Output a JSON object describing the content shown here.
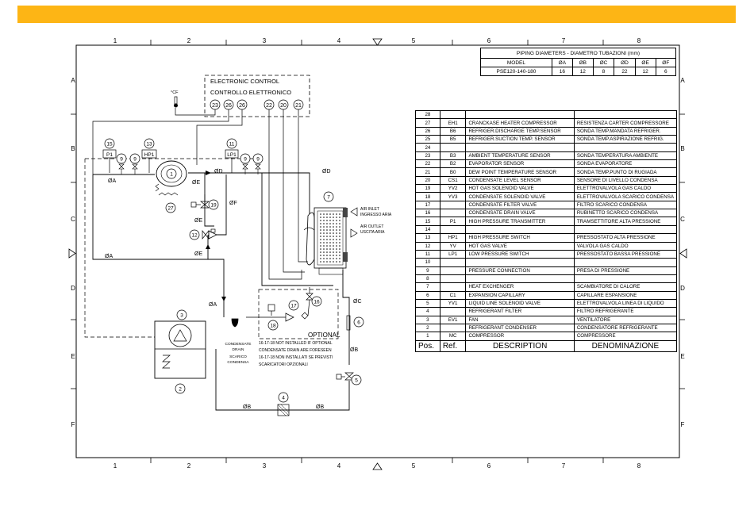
{
  "banner_color": "#FDB515",
  "grid": {
    "columns": [
      "1",
      "2",
      "3",
      "4",
      "5",
      "6",
      "7",
      "8"
    ],
    "rows": [
      "A",
      "B",
      "C",
      "D",
      "E",
      "F"
    ]
  },
  "control_box": {
    "title_en": "ELECTRONIC CONTROL",
    "title_it": "CONTROLLO ELETTRONICO",
    "terminals": [
      "23",
      "26",
      "26",
      "22",
      "20",
      "21"
    ]
  },
  "schematic": {
    "thermo_label": "°CF",
    "components": [
      "15",
      "9",
      "9",
      "13",
      "1",
      "11",
      "9",
      "9",
      "27",
      "19",
      "12",
      "7",
      "3",
      "2",
      "4",
      "5",
      "6",
      "16",
      "17",
      "18"
    ],
    "sensor_labels": [
      "P1",
      "HP1",
      "LP1"
    ],
    "pipe_labels": {
      "da": "ØA",
      "db": "ØB",
      "dc": "ØC",
      "dd": "ØD",
      "de": "ØE",
      "df": "ØF"
    },
    "air_in": [
      "AIR INLET",
      "INGRESSO ARIA"
    ],
    "air_out": [
      "AIR OUTLET",
      "USCITA ARIA"
    ],
    "optional_label": "OPTIONAL",
    "condensate_label": [
      "CONDENSATE",
      "DRAIN",
      "SCARICO",
      "CONDENSA"
    ],
    "optional_note": [
      "16-17-18 NOT INSTALLED IF OPTIONAL",
      "CONDENSATE DRAIN ARE FORESEEN",
      "16-17-18 NON INSTALLATI SE PREVISTI",
      "SCARICATORI OPZIONALI"
    ]
  },
  "piping_table": {
    "title": "PIPING DIAMETERS - DIAMETRO TUBAZIONI (mm)",
    "headers": [
      "MODEL",
      "ØA",
      "ØB",
      "ØC",
      "ØD",
      "ØE",
      "ØF"
    ],
    "row": [
      "PSE120-140-180",
      "16",
      "12",
      "8",
      "22",
      "12",
      "6"
    ]
  },
  "parts_table": {
    "headers": {
      "pos": "Pos.",
      "ref": "Ref.",
      "desc": "DESCRIPTION",
      "den": "DENOMINAZIONE"
    },
    "rows": [
      {
        "pos": "28",
        "ref": "",
        "desc": "",
        "den": ""
      },
      {
        "pos": "27",
        "ref": "EH1",
        "desc": "CRANCKASE HEATER COMPRESSOR",
        "den": "RESISTENZA CARTER COMPRESSORE"
      },
      {
        "pos": "26",
        "ref": "B6",
        "desc": "REFRIGER.DISCHARGE TEMP.SENSOR",
        "den": "SONDA TEMP.MANDATA REFRIGER."
      },
      {
        "pos": "25",
        "ref": "B5",
        "desc": "REFRIGER.SUCTION TEMP. SENSOR",
        "den": "SONDA TEMP.ASPIRAZIONE REFRIG."
      },
      {
        "pos": "24",
        "ref": "",
        "desc": "",
        "den": ""
      },
      {
        "pos": "23",
        "ref": "B3",
        "desc": "AMBIENT TEMPERATURE SENSOR",
        "den": "SONDA TEMPERATURA AMBIENTE"
      },
      {
        "pos": "22",
        "ref": "B2",
        "desc": "EVAPORATOR SENSOR",
        "den": "SONDA EVAPORATORE"
      },
      {
        "pos": "21",
        "ref": "B0",
        "desc": "DEW POINT TEMPERATURE SENSOR",
        "den": "SONDA TEMP.PUNTO DI RUGIADA"
      },
      {
        "pos": "20",
        "ref": "CS1",
        "desc": "CONDENSATE LEVEL SENSOR",
        "den": "SENSORE DI LIVELLO CONDENSA"
      },
      {
        "pos": "19",
        "ref": "YV2",
        "desc": "HOT GAS SOLENOID VALVE",
        "den": "ELETTROVALVOLA GAS CALDO"
      },
      {
        "pos": "18",
        "ref": "YV3",
        "desc": "CONDENSATE SOLENOID VALVE",
        "den": "ELETTROVALVOLA SCARICO CONDENSA"
      },
      {
        "pos": "17",
        "ref": "",
        "desc": "CONDENSATE FILTER VALVE",
        "den": "FILTRO SCARICO CONDENSA"
      },
      {
        "pos": "16",
        "ref": "",
        "desc": "CONDENSATE DRAIN VALVE",
        "den": "RUBINETTO SCARICO CONDENSA"
      },
      {
        "pos": "15",
        "ref": "P1",
        "desc": "HIGH PRESSURE TRANSMITTER",
        "den": "TRAMSETTITORE ALTA PRESSIONE"
      },
      {
        "pos": "14",
        "ref": "",
        "desc": "",
        "den": ""
      },
      {
        "pos": "13",
        "ref": "HP1",
        "desc": "HIGH PRESSURE SWITCH",
        "den": "PRESSOSTATO ALTA PRESSIONE"
      },
      {
        "pos": "12",
        "ref": "YV",
        "desc": "HOT GAS VALVE",
        "den": "VALVOLA GAS CALDO"
      },
      {
        "pos": "11",
        "ref": "LP1",
        "desc": "LOW PRESSURE SWITCH",
        "den": "PRESSOSTATO BASSA PRESSIONE"
      },
      {
        "pos": "10",
        "ref": "",
        "desc": "",
        "den": ""
      },
      {
        "pos": "9",
        "ref": "",
        "desc": "PRESSURE CONNECTION",
        "den": "PRESA DI PRESSIONE"
      },
      {
        "pos": "8",
        "ref": "",
        "desc": "",
        "den": ""
      },
      {
        "pos": "7",
        "ref": "",
        "desc": "HEAT EXCHENGER",
        "den": "SCAMBIATORE DI CALORE"
      },
      {
        "pos": "6",
        "ref": "C1",
        "desc": "EXPANSION CAPILLARY",
        "den": "CAPILLARE ESPANSIONE"
      },
      {
        "pos": "5",
        "ref": "YV1",
        "desc": "LIQUID LINE SOLENOID VALVE",
        "den": "ELETTROVALVOLA LINEA DI LIQUIDO"
      },
      {
        "pos": "4",
        "ref": "",
        "desc": "REFRIGERANT FILTER",
        "den": "FILTRO REFRIGERANTE"
      },
      {
        "pos": "3",
        "ref": "EV1",
        "desc": "FAN",
        "den": "VENTILATORE"
      },
      {
        "pos": "2",
        "ref": "",
        "desc": "REFRIGERANT CONDENSER",
        "den": "CONDENSATORE REFRIGERANTE"
      },
      {
        "pos": "1",
        "ref": "MC",
        "desc": "COMPRESSOR",
        "den": "COMPRESSORE"
      }
    ]
  }
}
